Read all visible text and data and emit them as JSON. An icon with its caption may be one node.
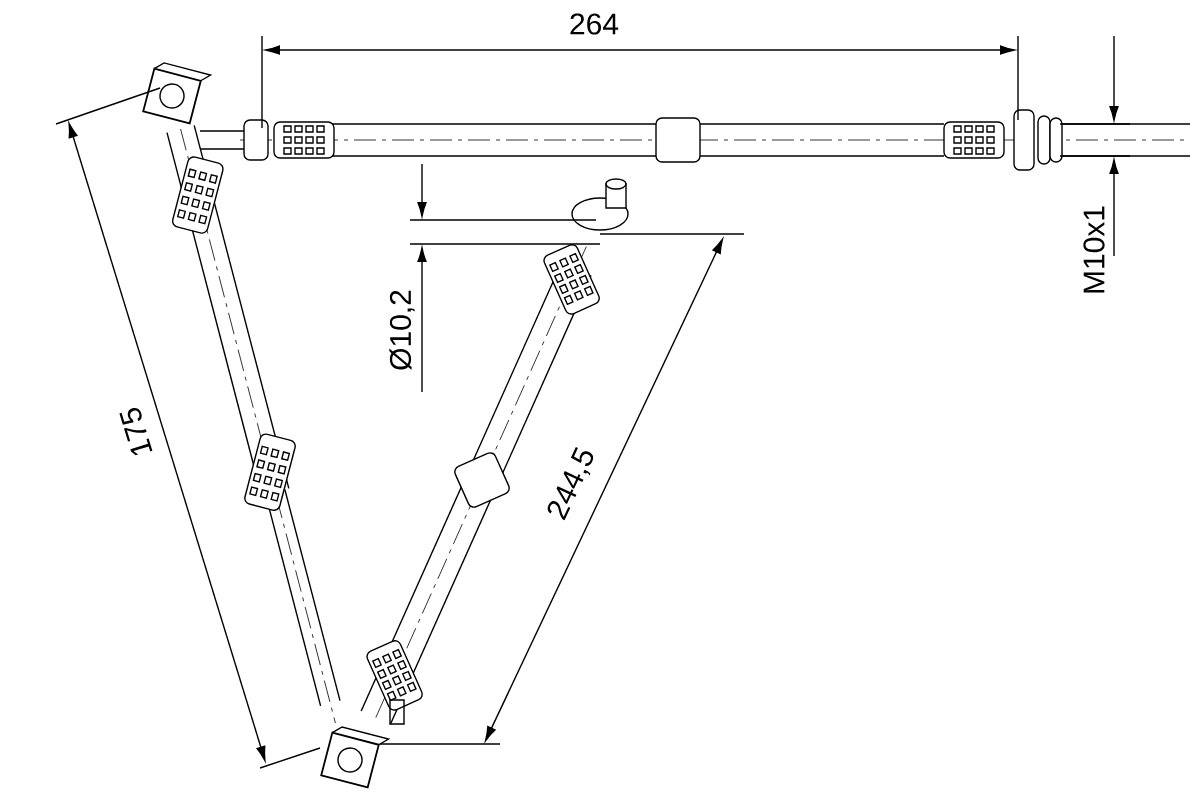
{
  "diagram": {
    "labels": [
      "264",
      "M10x1",
      "Ø10,2",
      "175",
      "244,5"
    ]
  }
}
